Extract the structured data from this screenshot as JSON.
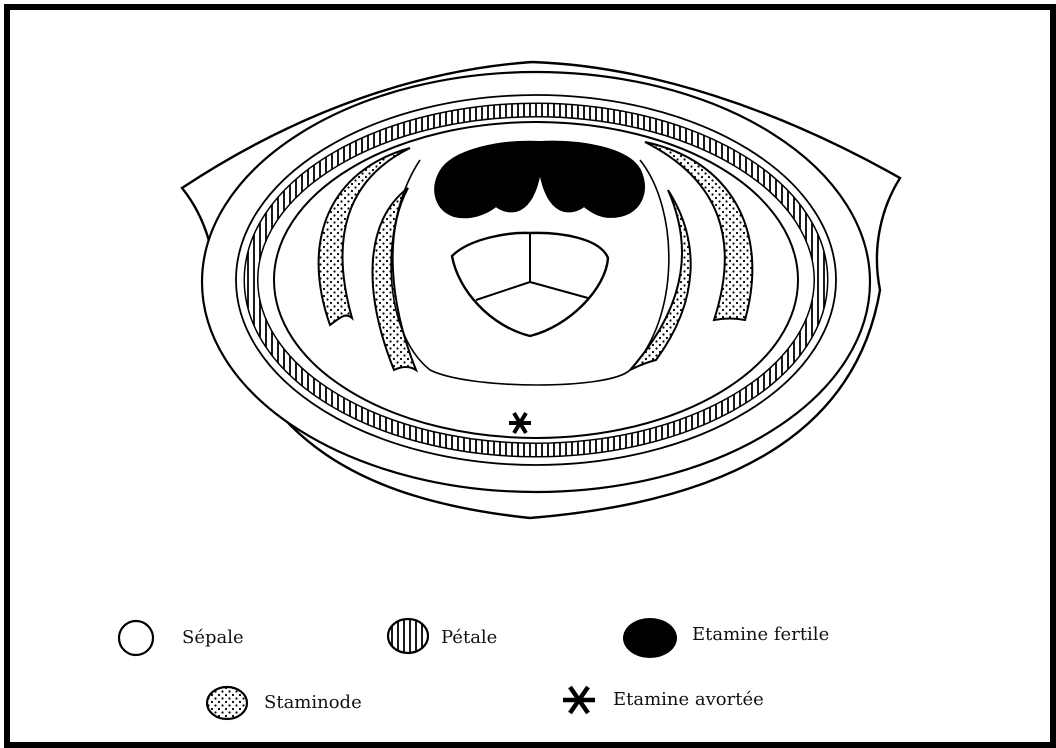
{
  "legend": {
    "sepale": "Sépale",
    "petale": "Pétale",
    "etamine_fertile": "Etamine fertile",
    "staminode": "Staminode",
    "etamine_avortee": "Etamine avortée"
  },
  "symbols": {
    "sepale": "open-circle-icon",
    "petale": "striped-circle-icon",
    "etamine_fertile": "filled-ellipse-icon",
    "staminode": "dotted-circle-icon",
    "etamine_avortee": "asterisk-icon"
  },
  "colors": {
    "ink": "#000000",
    "paper": "#ffffff"
  }
}
